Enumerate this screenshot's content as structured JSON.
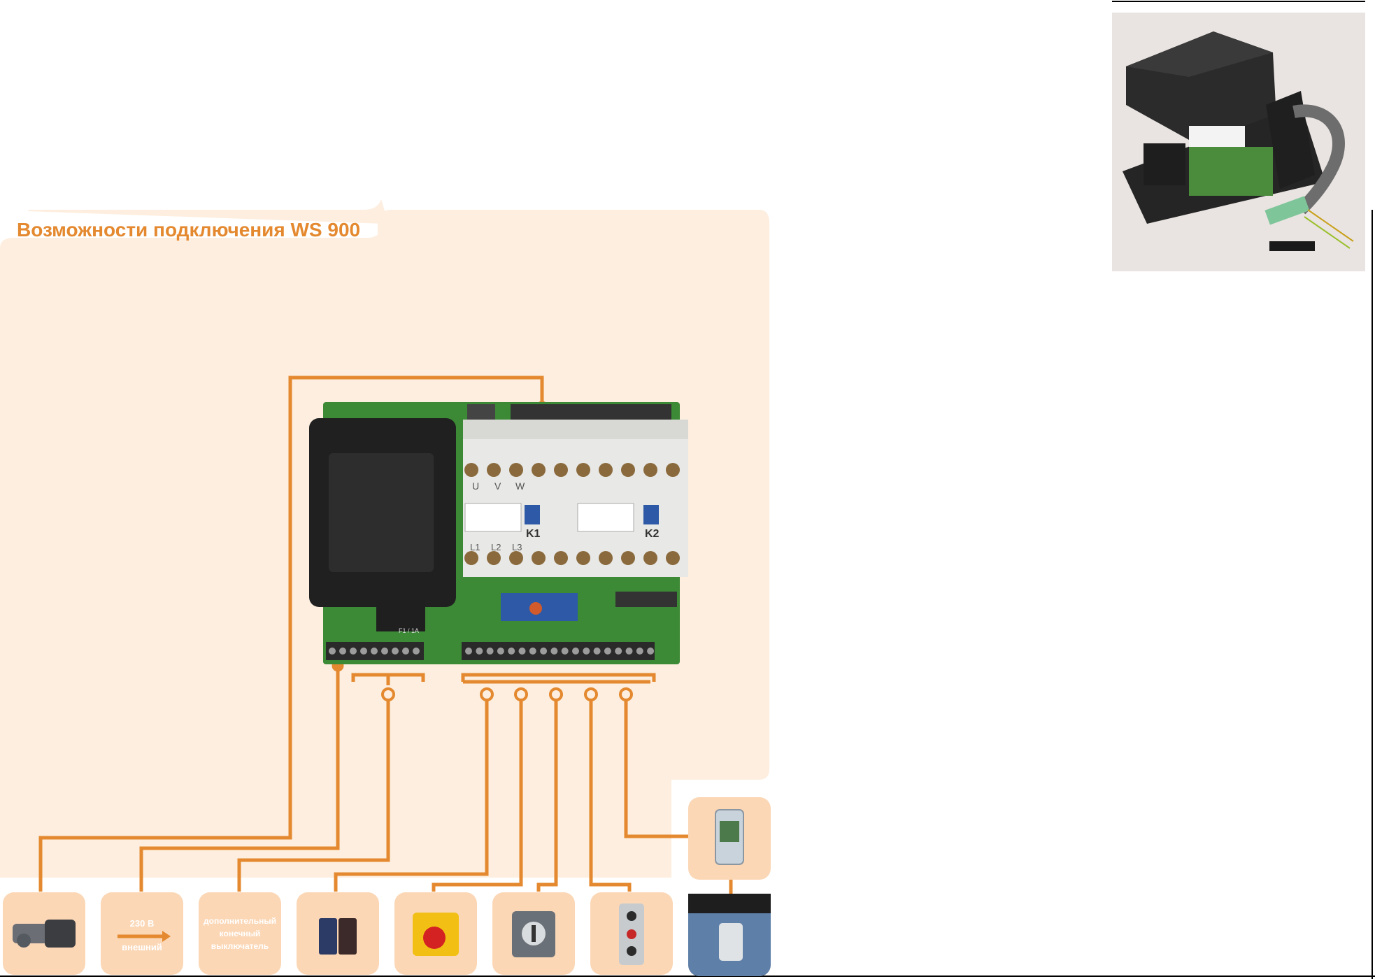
{
  "diagram": {
    "title": "Возможности подключения WS 900",
    "controller": {
      "terminal_labels": [
        "U",
        "V",
        "W",
        "L1",
        "L2",
        "L3"
      ],
      "contactor_labels": [
        "K1",
        "K2"
      ],
      "fuse_label": "F1 / 1A"
    },
    "devices": [
      {
        "id": "motor",
        "icon": "drive-motor-icon",
        "label_lines": []
      },
      {
        "id": "power",
        "icon": "arrow-right-icon",
        "label_lines": [
          "230 В",
          "внешний"
        ]
      },
      {
        "id": "limit",
        "icon": "",
        "label_lines": [
          "дополнительный",
          "конечный",
          "выключатель"
        ]
      },
      {
        "id": "photocell",
        "icon": "photocell-icon",
        "label_lines": []
      },
      {
        "id": "emergency-stop",
        "icon": "emergency-stop-icon",
        "label_lines": []
      },
      {
        "id": "key-switch",
        "icon": "key-switch-icon",
        "label_lines": []
      },
      {
        "id": "push-button",
        "icon": "push-button-station-icon",
        "label_lines": []
      },
      {
        "id": "receiver",
        "icon": "radio-receiver-icon",
        "label_lines": []
      },
      {
        "id": "remote",
        "icon": "hand-remote-icon",
        "label_lines": []
      }
    ]
  },
  "colors": {
    "accent": "#e4892f",
    "panel": "#fdeedf",
    "tile": "#fbd7b6",
    "pcb": "#3c8a36"
  },
  "inset_photo": {
    "icon": "control-box-photo-icon"
  }
}
